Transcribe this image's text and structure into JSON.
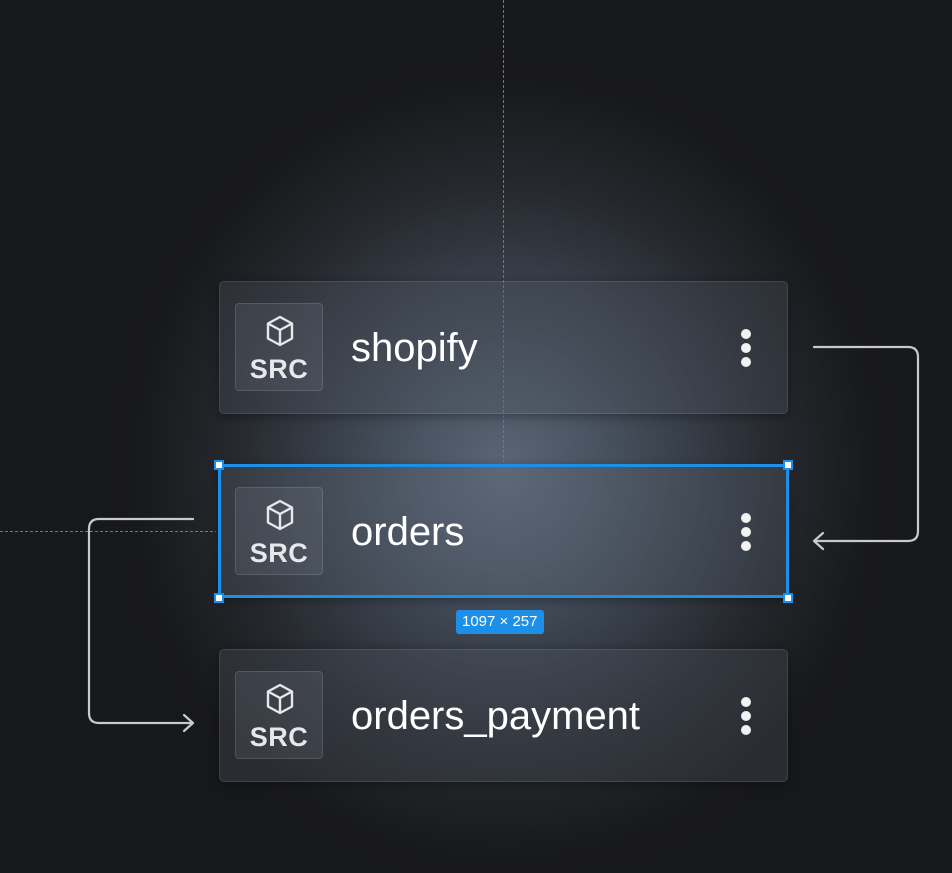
{
  "colors": {
    "selection": "#1e8fe6",
    "edge": "#c8cacd",
    "background": "#17181a"
  },
  "nodes": [
    {
      "badge_icon": "cube-icon",
      "badge_label": "SRC",
      "name": "shopify",
      "menu_icon": "vertical-ellipsis-icon"
    },
    {
      "badge_icon": "cube-icon",
      "badge_label": "SRC",
      "name": "orders",
      "menu_icon": "vertical-ellipsis-icon",
      "selected": true
    },
    {
      "badge_icon": "cube-icon",
      "badge_label": "SRC",
      "name": "orders_payment",
      "menu_icon": "vertical-ellipsis-icon"
    }
  ],
  "selection": {
    "size_label": "1097 × 257"
  },
  "edges": [
    {
      "from": "shopify",
      "to": "orders"
    },
    {
      "from": "orders",
      "to": "orders_payment"
    }
  ]
}
